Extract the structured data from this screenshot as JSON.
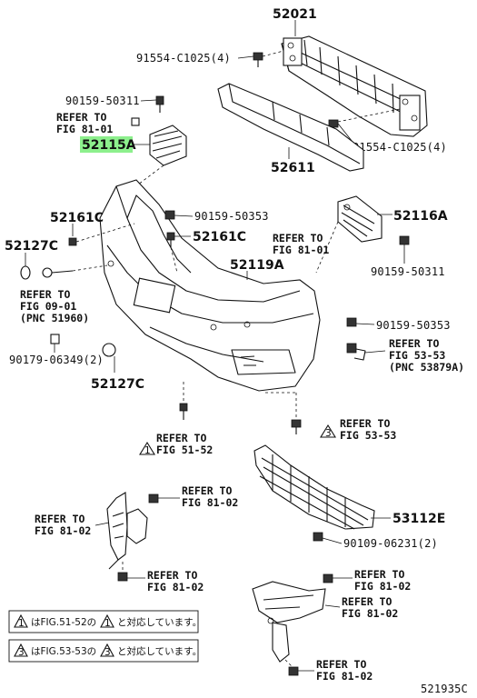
{
  "diagram_id": "521935C",
  "labels": {
    "p52021": "52021",
    "p91554_top": "91554-C1025(4)",
    "p90159_50311_top": "90159-50311",
    "refer_to": "REFER TO",
    "fig_81_01": "FIG 81-01",
    "p52115A": "52115A",
    "p91554_right": "91554-C1025(4)",
    "p52611": "52611",
    "p52161C_a": "52161C",
    "p90159_50353_a": "90159-50353",
    "p52116A": "52116A",
    "p52127C_a": "52127C",
    "p52161C_b": "52161C",
    "fig_81_01_b": "FIG 81-01",
    "fig_09_01": "FIG 09-01",
    "pnc_51960": "(PNC 51960)",
    "p52119A": "52119A",
    "p90159_50311_b": "90159-50311",
    "p90159_50353_b": "90159-50353",
    "fig_53_53_a": "FIG 53-53",
    "pnc_53879A": "(PNC 53879A)",
    "p90179": "90179-06349(2)",
    "p52127C_b": "52127C",
    "fig_51_52": "FIG 51-52",
    "fig_53_53_b": "FIG 53-53",
    "fig_81_02_a": "FIG 81-02",
    "fig_81_02_b": "FIG 81-02",
    "p53112E": "53112E",
    "p90109": "90109-06231(2)",
    "fig_81_02_c": "FIG 81-02",
    "fig_81_02_d": "FIG 81-02",
    "fig_81_02_e": "FIG 81-02",
    "fig_81_02_f": "FIG 81-02",
    "tri1": "1",
    "tri3": "3"
  },
  "notes": [
    {
      "prefix_num": "1",
      "text_a": "はFIG.51-52の",
      "mid_num": "1",
      "text_b": "と対応しています。"
    },
    {
      "prefix_num": "3",
      "text_a": "はFIG.53-53の",
      "mid_num": "3",
      "text_b": "と対応しています。"
    }
  ],
  "highlight_color": "#8df08d"
}
